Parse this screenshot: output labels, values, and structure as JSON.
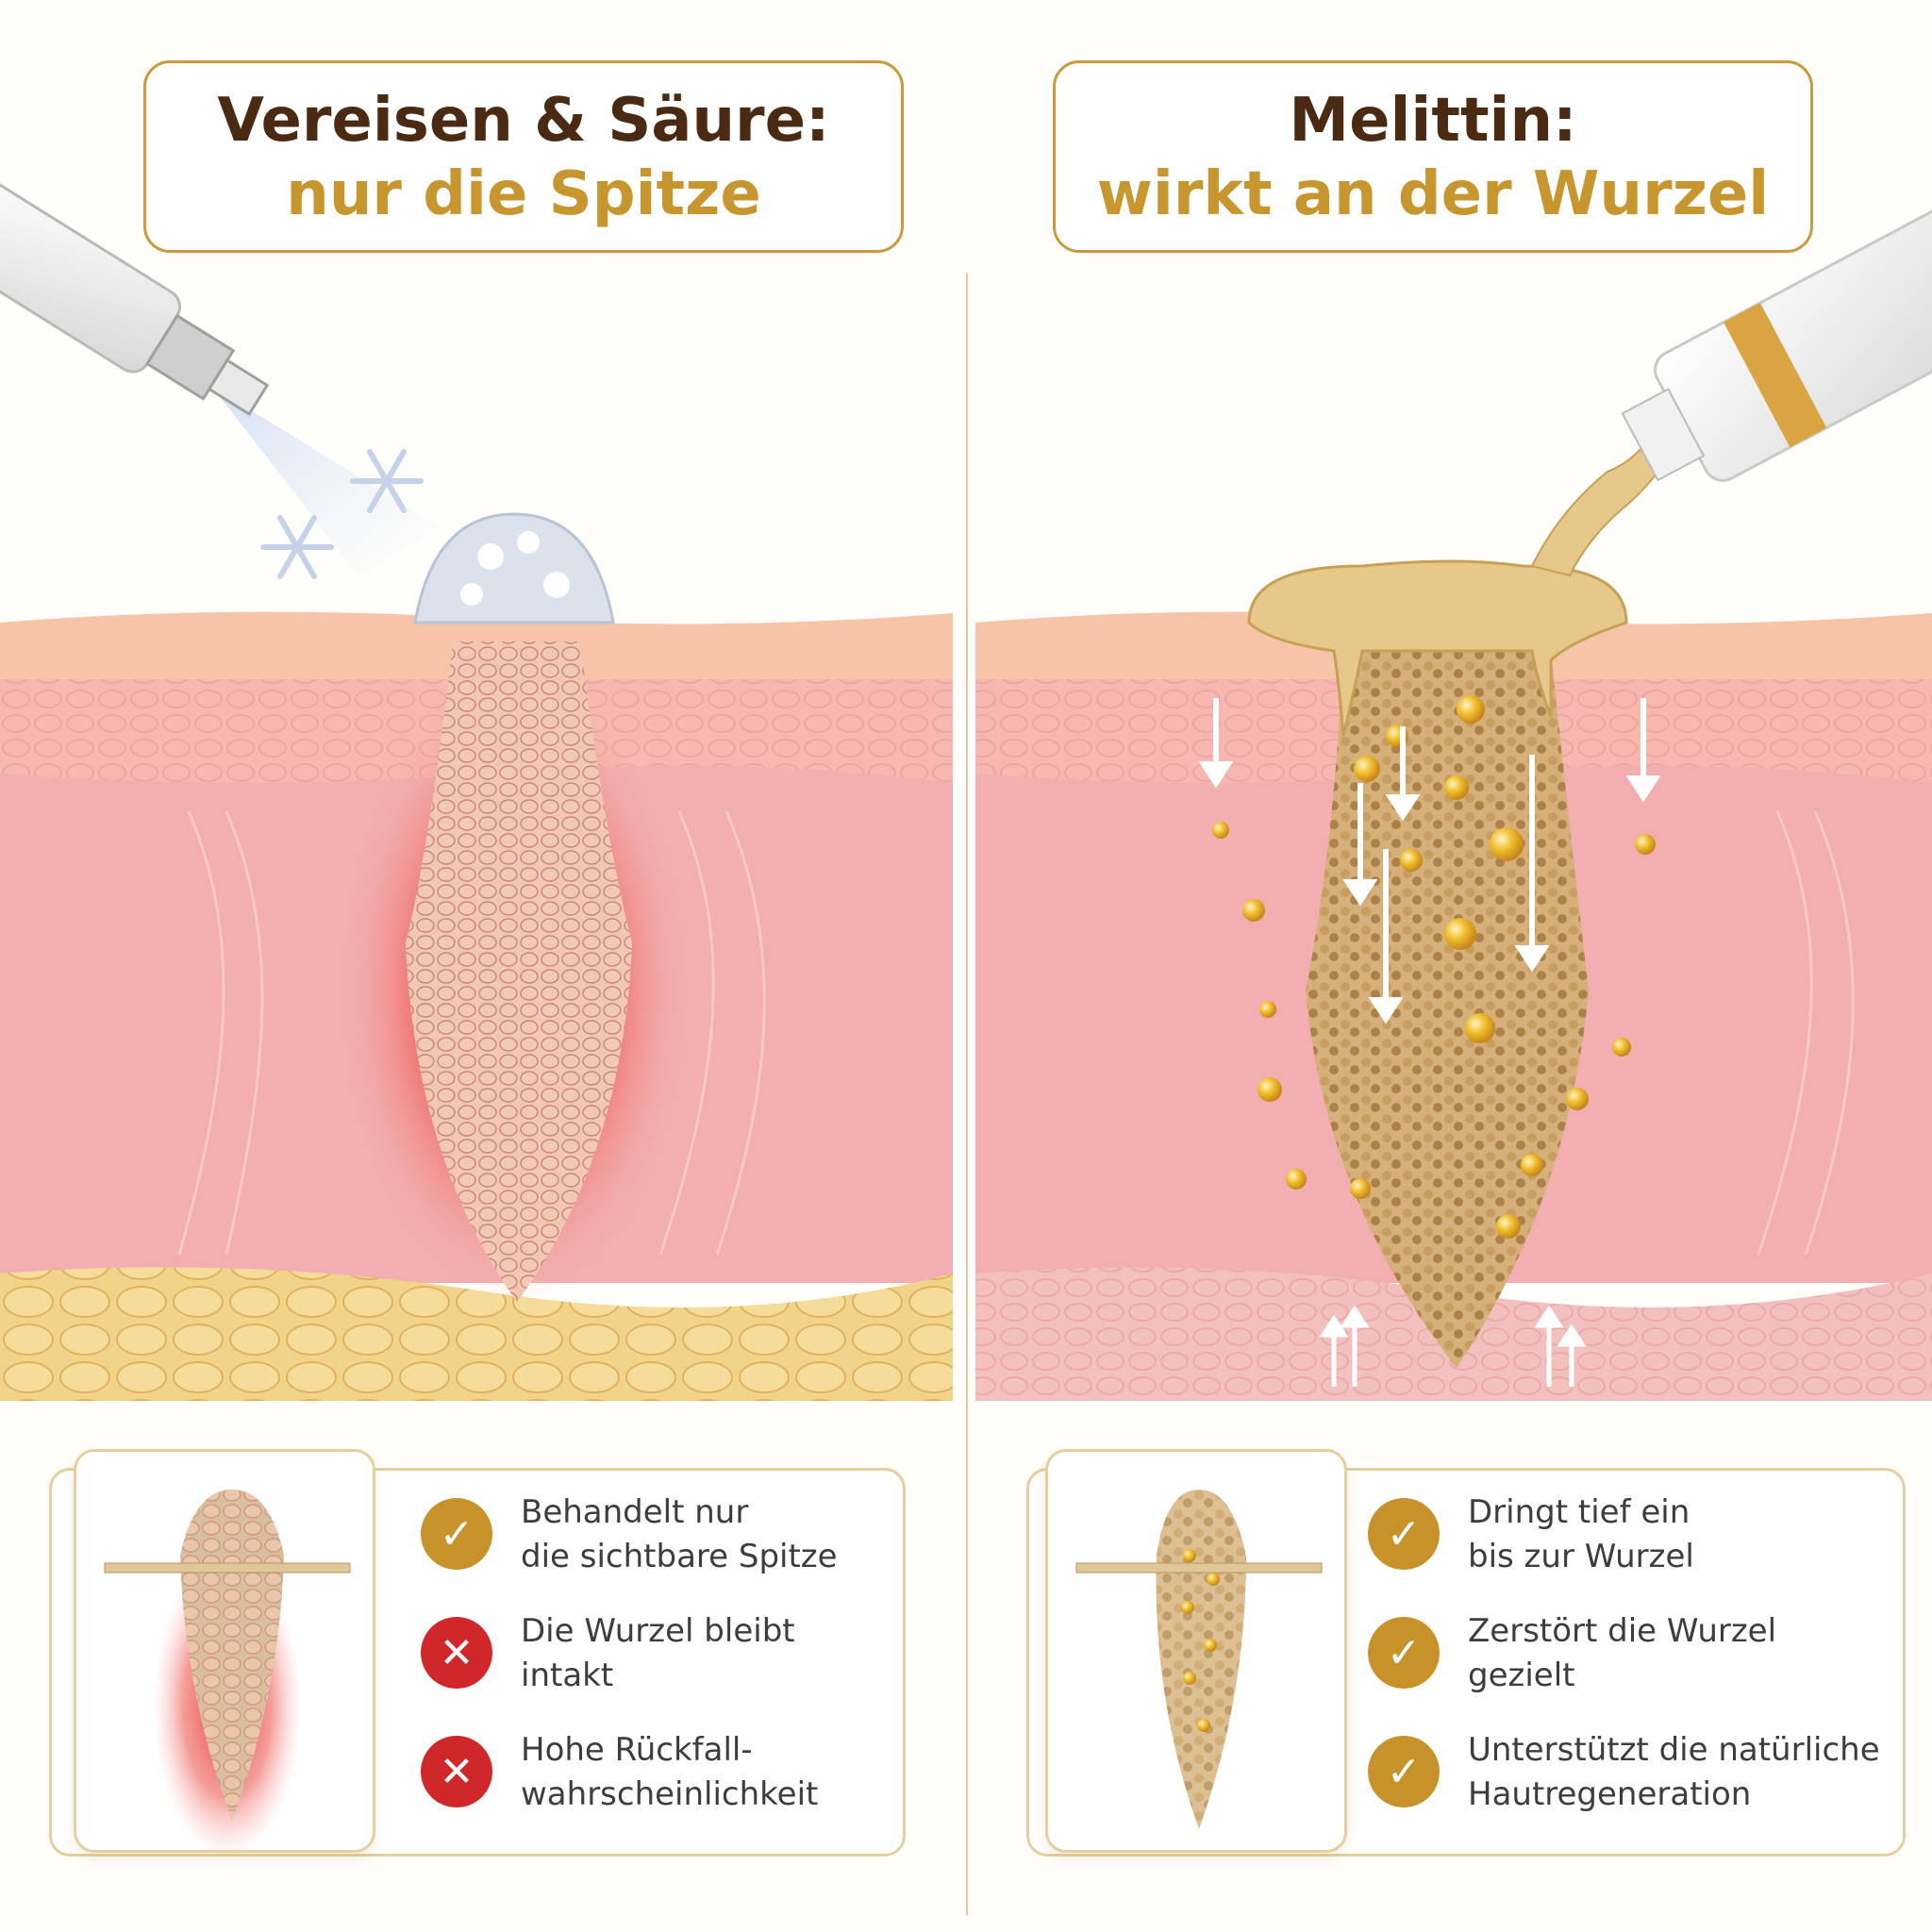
{
  "left_panel": {
    "title_line1": "Vereisen & Säure:",
    "title_line2": "nur die Spitze",
    "items": [
      {
        "icon": "check-icon",
        "text": "Behandelt nur\ndie sichtbare Spitze"
      },
      {
        "icon": "cross-icon",
        "text": "Die Wurzel bleibt\nintakt"
      },
      {
        "icon": "cross-icon",
        "text": "Hohe Rückfall-\nwahrscheinlichkeit"
      }
    ]
  },
  "right_panel": {
    "title_line1": "Melittin:",
    "title_line2": "wirkt an der Wurzel",
    "items": [
      {
        "icon": "check-icon",
        "text": "Dringt tief ein\nbis zur Wurzel"
      },
      {
        "icon": "check-icon",
        "text": "Zerstört die Wurzel\ngezielt"
      },
      {
        "icon": "check-icon",
        "text": "Unterstützt die natürliche\nHautregeneration"
      }
    ]
  },
  "colors": {
    "brown_title": "#4a2a12",
    "gold_title": "#c8962f",
    "check_gold": "#c8922b",
    "cross_red": "#d0282a",
    "skin_pink": "#f2b3b0",
    "fat_yellow": "#f1d38a"
  }
}
